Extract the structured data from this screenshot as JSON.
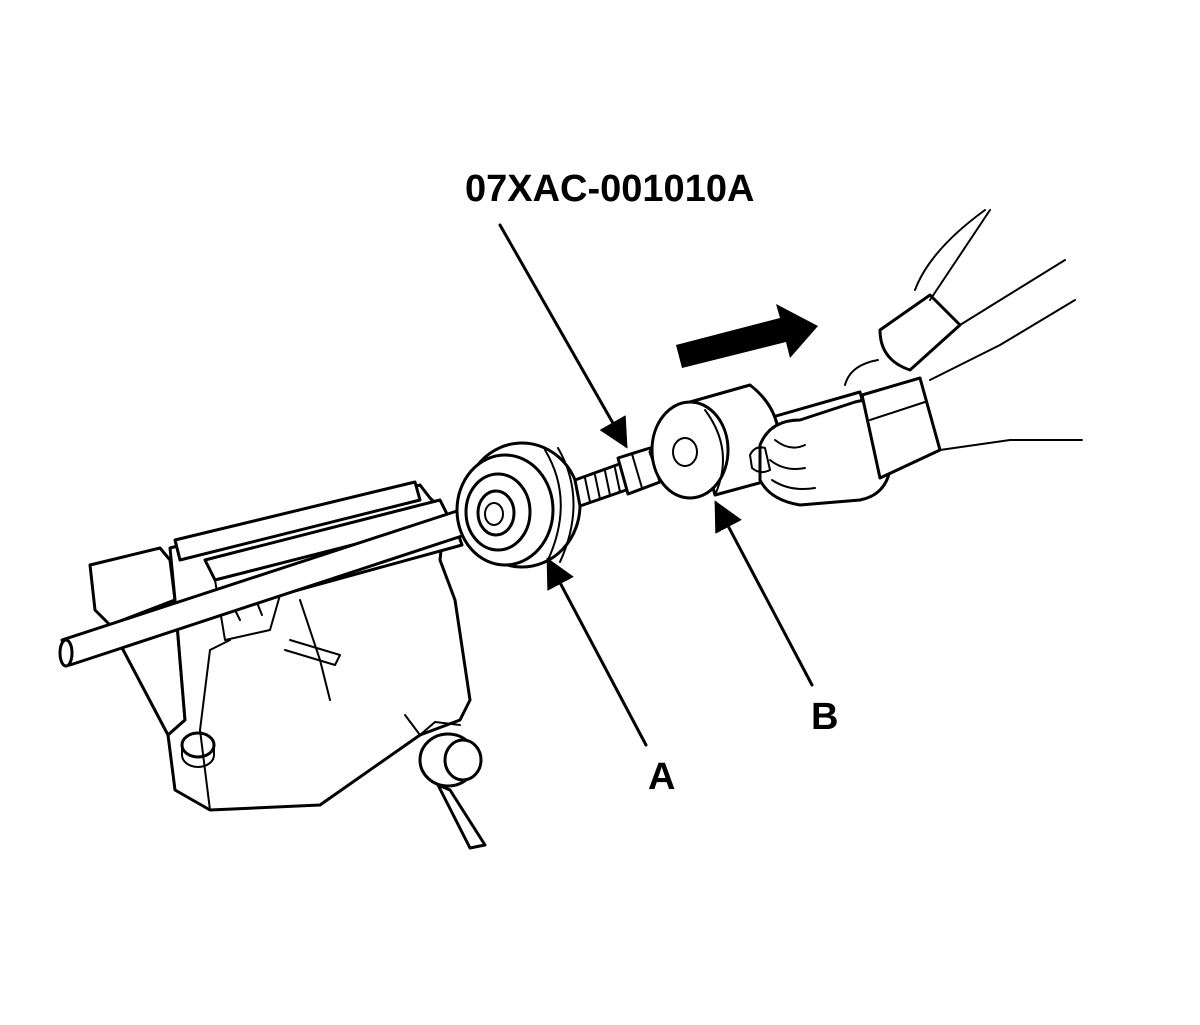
{
  "labels": {
    "tool_number": "07XAC-001010A",
    "part_a": "A",
    "part_b": "B"
  },
  "colors": {
    "ink": "#000000",
    "background": "#ffffff"
  }
}
